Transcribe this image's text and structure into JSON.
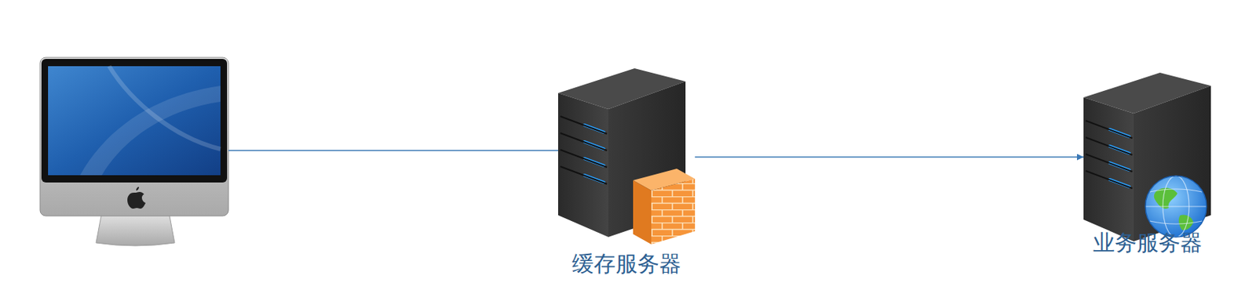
{
  "diagram": {
    "nodes": [
      {
        "text": [
          "缓存服务器"
        ]
      },
      {
        "text": [
          "业务服务器"
        ]
      }
    ],
    "edges": [
      {
        "from": 0,
        "to": 1,
        "arrow": "to"
      }
    ]
  }
}
